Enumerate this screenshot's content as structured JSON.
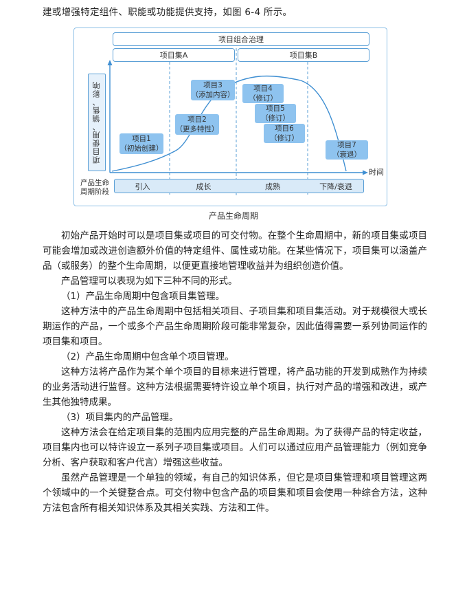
{
  "intro_line": "建或增强特定组件、职能或功能提供支持，如图 6-4 所示。",
  "figure": {
    "governance": "项目组合治理",
    "program_a": "项目集A",
    "program_b": "项目集B",
    "y_axis": "项目使用、销售、影响",
    "x_axis": "时间",
    "lifecycle_label_1": "产品生命",
    "lifecycle_label_2": "周期阶段",
    "phases": [
      "引入",
      "成长",
      "成熟",
      "下降/衰退"
    ],
    "projects": [
      {
        "name": "项目1",
        "note": "（初始创建）"
      },
      {
        "name": "项目2",
        "note": "（更多特性）"
      },
      {
        "name": "项目3",
        "note": "（添加内容）"
      },
      {
        "name": "项目4",
        "note": "（修订）"
      },
      {
        "name": "项目5",
        "note": "（修订）"
      },
      {
        "name": "项目6",
        "note": "（修订）"
      },
      {
        "name": "项目7",
        "note": "（衰退）"
      }
    ],
    "colors": {
      "box_fill": "#8ec3ef",
      "border": "#5a9fd6",
      "curve": "#3f8fd2",
      "band": "#d9eaf8"
    }
  },
  "caption": "产品生命周期",
  "paragraphs": [
    "初始产品开始时可以是项目集或项目的可交付物。在整个生命周期中，新的项目集或项目可能会增加或改进创造额外价值的特定组件、属性或功能。在某些情况下，项目集可以涵盖产品（或服务）的整个生命周期，以便更直接地管理收益并为组织创造价值。",
    "产品管理可以表现为如下三种不同的形式。",
    "（1）产品生命周期中包含项目集管理。",
    "这种方法中的产品生命周期中包括相关项目、子项目集和项目集活动。对于规模很大或长期运作的产品，一个或多个产品生命周期阶段可能非常复杂，因此值得需要一系列协同运作的项目集和项目。",
    "（2）产品生命周期中包含单个项目管理。",
    "这种方法将产品作为某个单个项目的目标来进行管理，将产品功能的开发到成熟作为持续的业务活动进行监督。这种方法根据需要特许设立单个项目，执行对产品的增强和改进，或产生其他独特成果。",
    "（3）项目集内的产品管理。",
    "这种方法会在给定项目集的范围内应用完整的产品生命周期。为了获得产品的特定收益，项目集内也可以特许设立一系列子项目集或项目。人们可以通过应用产品管理能力（例如竞争分析、客户获取和客户代言）增强这些收益。",
    "虽然产品管理是一个单独的领域，有自己的知识体系，但它是项目集管理和项目管理这两个领域中的一个关键整合点。可交付物中包含产品的项目集和项目会使用一种综合方法，这种方法包含所有相关知识体系及其相关实践、方法和工件。"
  ]
}
